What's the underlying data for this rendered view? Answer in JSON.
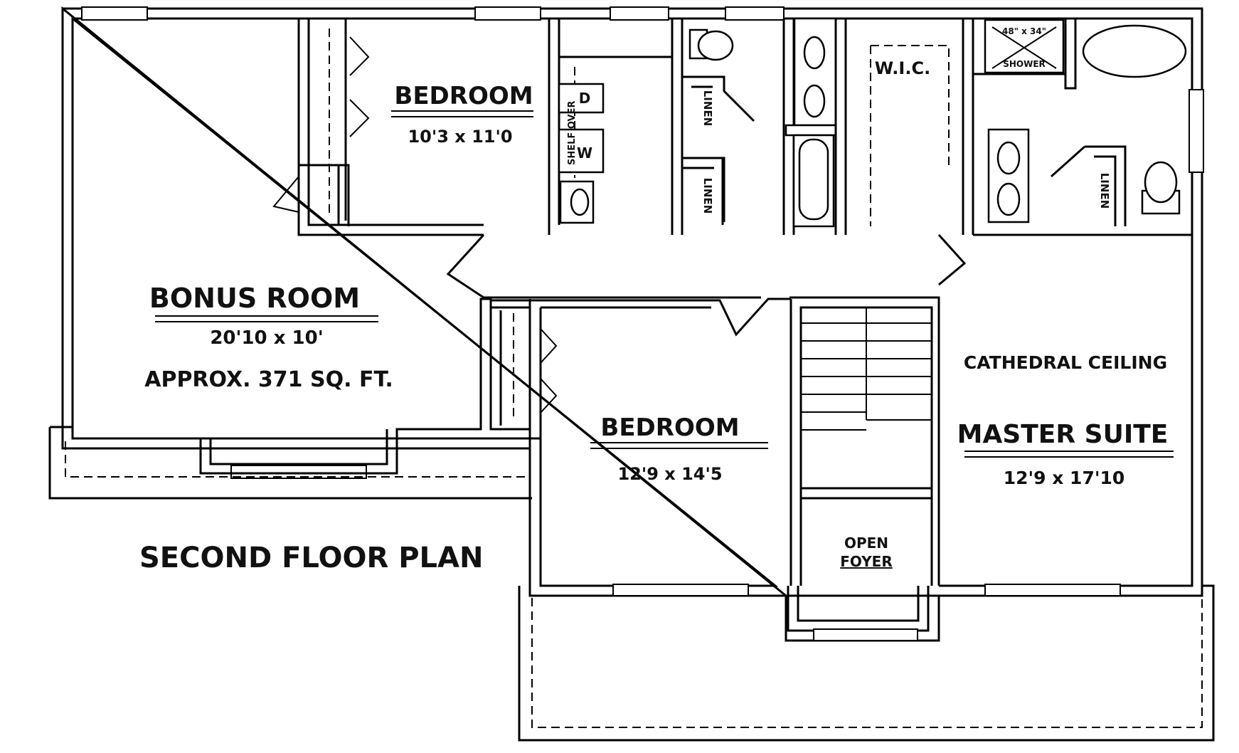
{
  "plan_title": "SECOND FLOOR PLAN",
  "rooms": {
    "bonus": {
      "name": "BONUS ROOM",
      "size": "20'10 x 10'",
      "note": "APPROX. 371 SQ. FT."
    },
    "bedroom_upper": {
      "name": "BEDROOM",
      "size": "10'3 x 11'0"
    },
    "bedroom_lower": {
      "name": "BEDROOM",
      "size": "12'9 x 14'5"
    },
    "master": {
      "name": "MASTER SUITE",
      "size": "12'9 x 17'10",
      "note": "CATHEDRAL CEILING"
    },
    "wic": {
      "name": "W.I.C."
    },
    "foyer": {
      "line1": "OPEN",
      "line2": "FOYER"
    }
  },
  "fixtures": {
    "linen": "LINEN",
    "shower_size": "48\" x 34\"",
    "shower": "SHOWER",
    "laundry": "SHELF OVER",
    "dryer": "D",
    "washer": "W"
  }
}
